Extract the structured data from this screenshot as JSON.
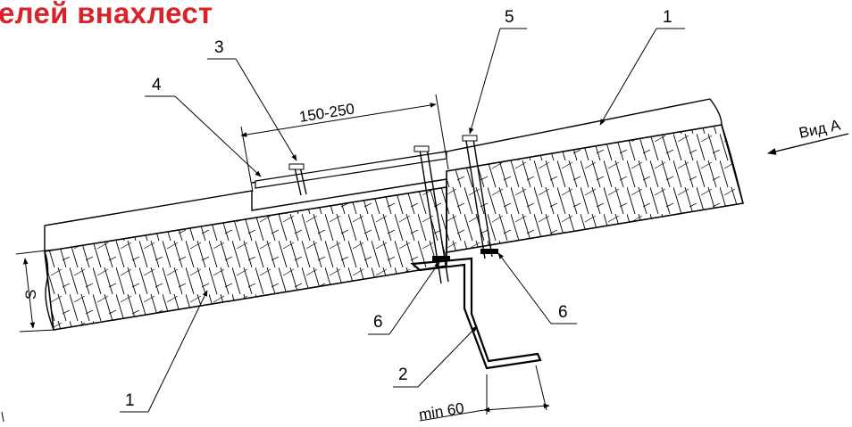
{
  "title": "елей внахлест",
  "colors": {
    "title": "#d8232a",
    "lines": "#000000"
  },
  "dimensions": {
    "overlap": "150-250",
    "flange": "min 60",
    "thickness": "S"
  },
  "view_label": "Вид А",
  "callouts": {
    "c1_top": "1",
    "c1_bottom": "1",
    "c2": "2",
    "c3": "3",
    "c4": "4",
    "c5": "5",
    "c6_left": "6",
    "c6_right": "6"
  }
}
